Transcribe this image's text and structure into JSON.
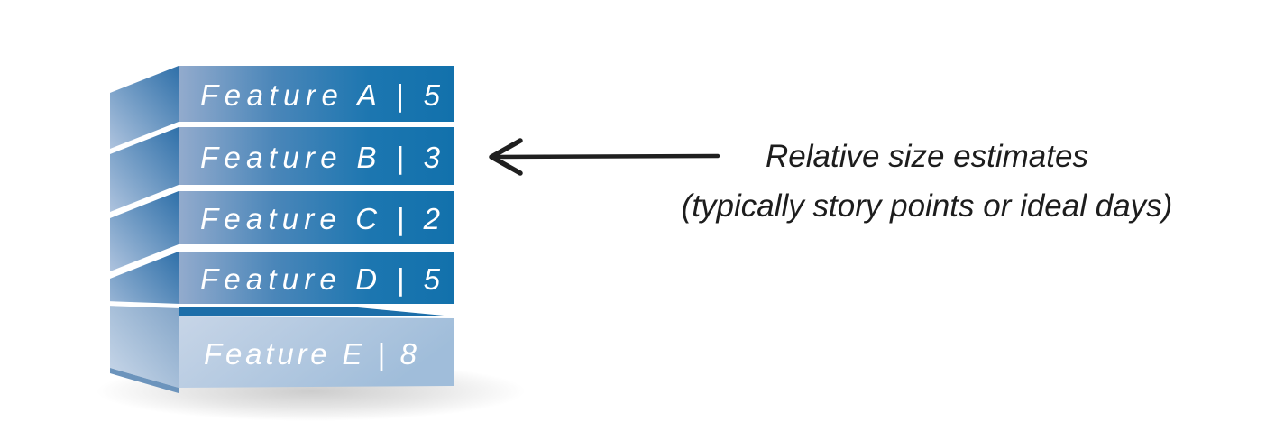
{
  "stack": {
    "description": "product-backlog-stack",
    "items": [
      {
        "feature": "Feature A",
        "estimate": "5",
        "display": "Feature A | 5"
      },
      {
        "feature": "Feature B",
        "estimate": "3",
        "display": "Feature B | 3"
      },
      {
        "feature": "Feature C",
        "estimate": "2",
        "display": "Feature C | 2"
      },
      {
        "feature": "Feature D",
        "estimate": "5",
        "display": "Feature D | 5"
      },
      {
        "feature": "Feature E",
        "estimate": "8",
        "display": "Feature E | 8"
      }
    ]
  },
  "annotation": {
    "line1": "Relative size estimates",
    "line2": "(typically story points or ideal days)"
  },
  "colors": {
    "front_light": "#93ABCD",
    "front_mid": "#4A86B9",
    "front_deep": "#1C76B0",
    "front_deepest": "#1271AC",
    "side_dark": "#2F70A9",
    "side_light": "#AEC3DE",
    "e_front_light": "#C7D5E7",
    "e_front_deep": "#A0BDDA",
    "e_side_dark": "#83A5C8",
    "e_side_light": "#CBD9EA",
    "e_top_face": "#1C6EA9",
    "e_bottom_edge": "#6C94BC",
    "bar_text": "#FFFFFF",
    "annotation_text": "#1D1D1D",
    "arrow": "#1F1F1F",
    "shadow": "#9A9A9A"
  }
}
